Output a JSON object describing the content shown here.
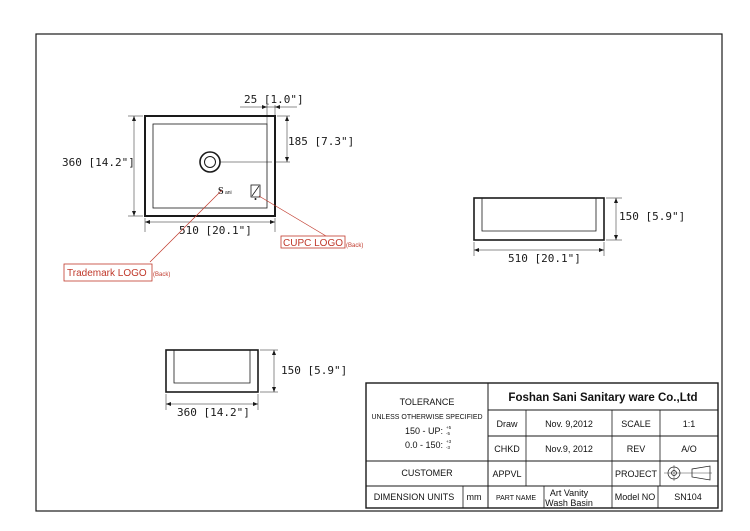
{
  "drawing": {
    "top_view": {
      "dim_wall": "25 [1.0\"]",
      "dim_drain": "185 [7.3\"]",
      "dim_depth": "360 [14.2\"]",
      "dim_width": "510 [20.1\"]",
      "logo_mark": "S"
    },
    "front_view": {
      "dim_height": "150 [5.9\"]",
      "dim_width": "510 [20.1\"]"
    },
    "side_view": {
      "dim_height": "150 [5.9\"]",
      "dim_depth": "360 [14.2\"]"
    },
    "callouts": {
      "cupc": {
        "label": "CUPC LOGO",
        "suffix": "(Back)"
      },
      "trademark": {
        "label": "Trademark LOGO",
        "suffix": "(Back)"
      }
    }
  },
  "title_block": {
    "tolerance_header": "TOLERANCE",
    "unless_spec": "UNLESS OTHERWISE SPECIFIED",
    "tol_line1_label": "150 - UP:",
    "tol_line1_plus": "+5",
    "tol_line1_minus": "-5",
    "tol_line2_label": "0.0 - 150:",
    "tol_line2_plus": "+3",
    "tol_line2_minus": "-3",
    "customer_label": "CUSTOMER",
    "dimension_units_label": "DIMENSION UNITS",
    "dimension_units_value": "mm",
    "company": "Foshan Sani Sanitary ware Co.,Ltd",
    "draw_label": "Draw",
    "draw_date": "Nov. 9,2012",
    "scale_label": "SCALE",
    "scale_value": "1:1",
    "chkd_label": "CHKD",
    "chkd_date": "Nov.9, 2012",
    "rev_label": "REV",
    "rev_value": "A/O",
    "appvl_label": "APPVL",
    "project_label": "PROJECT",
    "part_name_label": "PART NAME",
    "part_name_line1": "Art Vanity",
    "part_name_line2": "Wash Basin",
    "model_no_label": "Model NO",
    "model_no_value": "SN104"
  },
  "colors": {
    "line": "#1a1a1a",
    "callout": "#c0392b"
  }
}
